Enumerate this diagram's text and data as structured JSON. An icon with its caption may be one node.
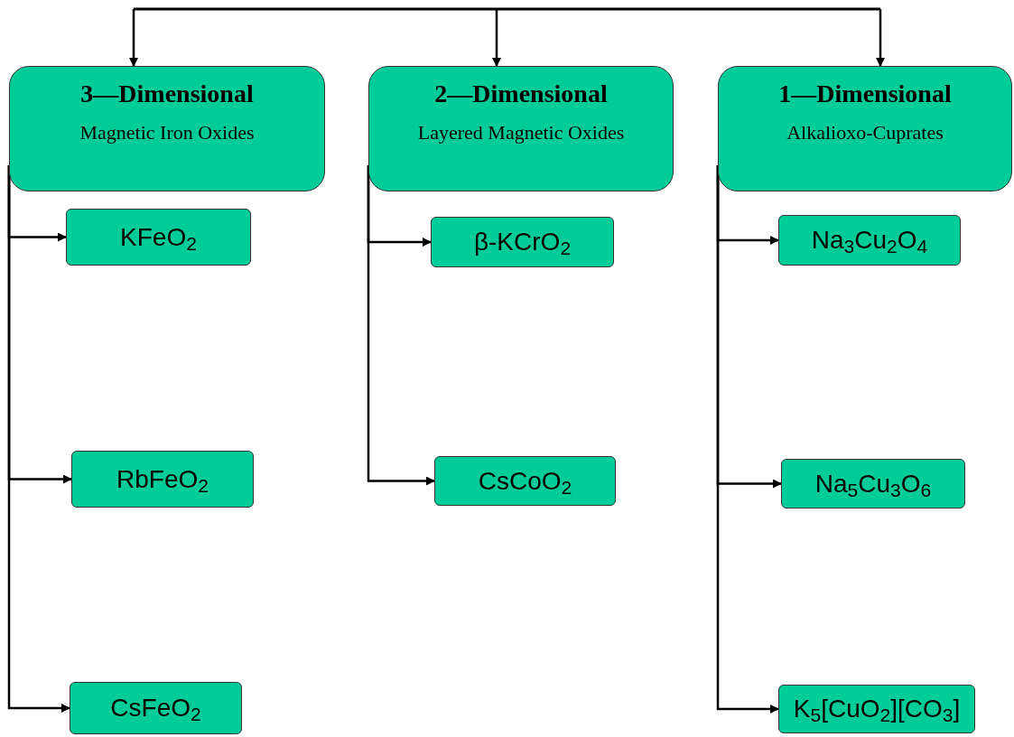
{
  "diagram": {
    "nodes": [
      {
        "text": [
          "3—Dimensional",
          "Magnetic Iron Oxides"
        ]
      },
      {
        "text": [
          "KFeO$_{2}$"
        ]
      },
      {
        "text": [
          "RbFeO$_{2}$"
        ]
      },
      {
        "text": [
          "CsFeO$_{2}$"
        ]
      },
      {
        "text": [
          "2—Dimensional",
          "Layered Magnetic Oxides"
        ]
      },
      {
        "text": [
          "β-KCrO$_{2}$"
        ]
      },
      {
        "text": [
          "CsCoO$_{2}$"
        ]
      },
      {
        "text": [
          "1—Dimensional",
          "Alkalioxo-Cuprates"
        ]
      },
      {
        "text": [
          "Na$_{3}$Cu$_{2}$O$_{4}$"
        ]
      },
      {
        "text": [
          "Na$_{5}$Cu$_{3}$O$_{6}$"
        ]
      },
      {
        "text": [
          "K$_{5}$[CuO$_{2}$][CO$_{3}$]"
        ]
      }
    ],
    "edges": [
      {
        "from": null,
        "to": 0,
        "arrow": "to"
      },
      {
        "from": null,
        "to": 4,
        "arrow": "to"
      },
      {
        "from": null,
        "to": 7,
        "arrow": "to"
      },
      {
        "from": 0,
        "to": 1,
        "arrow": "to"
      },
      {
        "from": 0,
        "to": 2,
        "arrow": "to"
      },
      {
        "from": 0,
        "to": 3,
        "arrow": "to"
      },
      {
        "from": 4,
        "to": 5,
        "arrow": "to"
      },
      {
        "from": 4,
        "to": 6,
        "arrow": "to"
      },
      {
        "from": 7,
        "to": 8,
        "arrow": "to"
      },
      {
        "from": 7,
        "to": 9,
        "arrow": "to"
      },
      {
        "from": 7,
        "to": 10,
        "arrow": "to"
      }
    ]
  }
}
